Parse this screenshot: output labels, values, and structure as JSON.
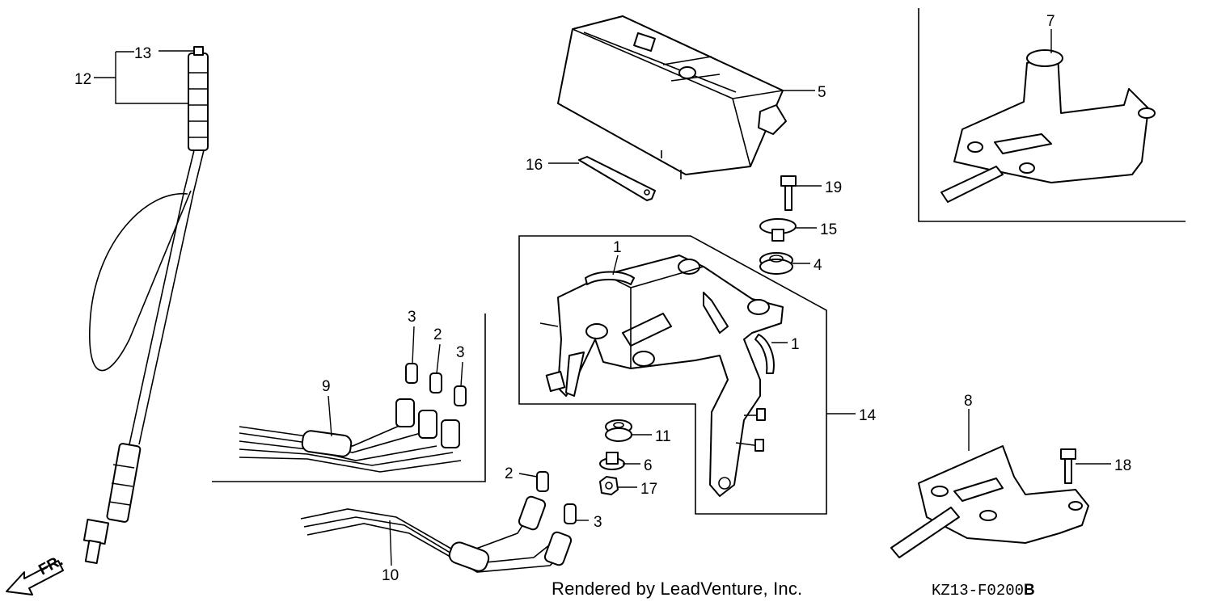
{
  "callouts": {
    "c1a": "1",
    "c1b": "1",
    "c2a": "2",
    "c2b": "2",
    "c3a": "3",
    "c3b": "3",
    "c3c": "3",
    "c4": "4",
    "c5": "5",
    "c6": "6",
    "c7": "7",
    "c8": "8",
    "c9": "9",
    "c10": "10",
    "c11": "11",
    "c12": "12",
    "c13": "13",
    "c14": "14",
    "c15": "15",
    "c16": "16",
    "c17": "17",
    "c18": "18",
    "c19": "19"
  },
  "direction_label": "FR.",
  "footer": {
    "credit": "Rendered by LeadVenture, Inc.",
    "code": "KZ13-F0200",
    "code_suffix": "B"
  }
}
